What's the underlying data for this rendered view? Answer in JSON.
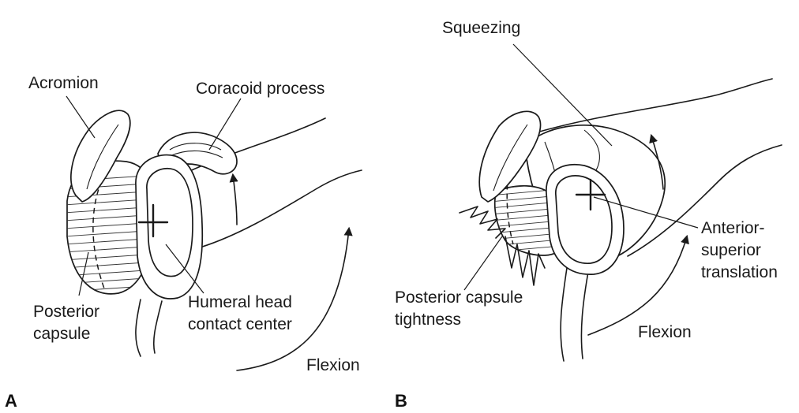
{
  "panel_a": {
    "letter": "A",
    "labels": {
      "acromion": "Acromion",
      "coracoid": "Coracoid process",
      "posterior_capsule_1": "Posterior",
      "posterior_capsule_2": "capsule",
      "humeral_head_1": "Humeral head",
      "humeral_head_2": "contact center",
      "flexion": "Flexion"
    }
  },
  "panel_b": {
    "letter": "B",
    "labels": {
      "squeezing": "Squeezing",
      "anterior_1": "Anterior-",
      "anterior_2": "superior",
      "anterior_3": "translation",
      "tightness_1": "Posterior capsule",
      "tightness_2": "tightness",
      "flexion": "Flexion"
    }
  }
}
